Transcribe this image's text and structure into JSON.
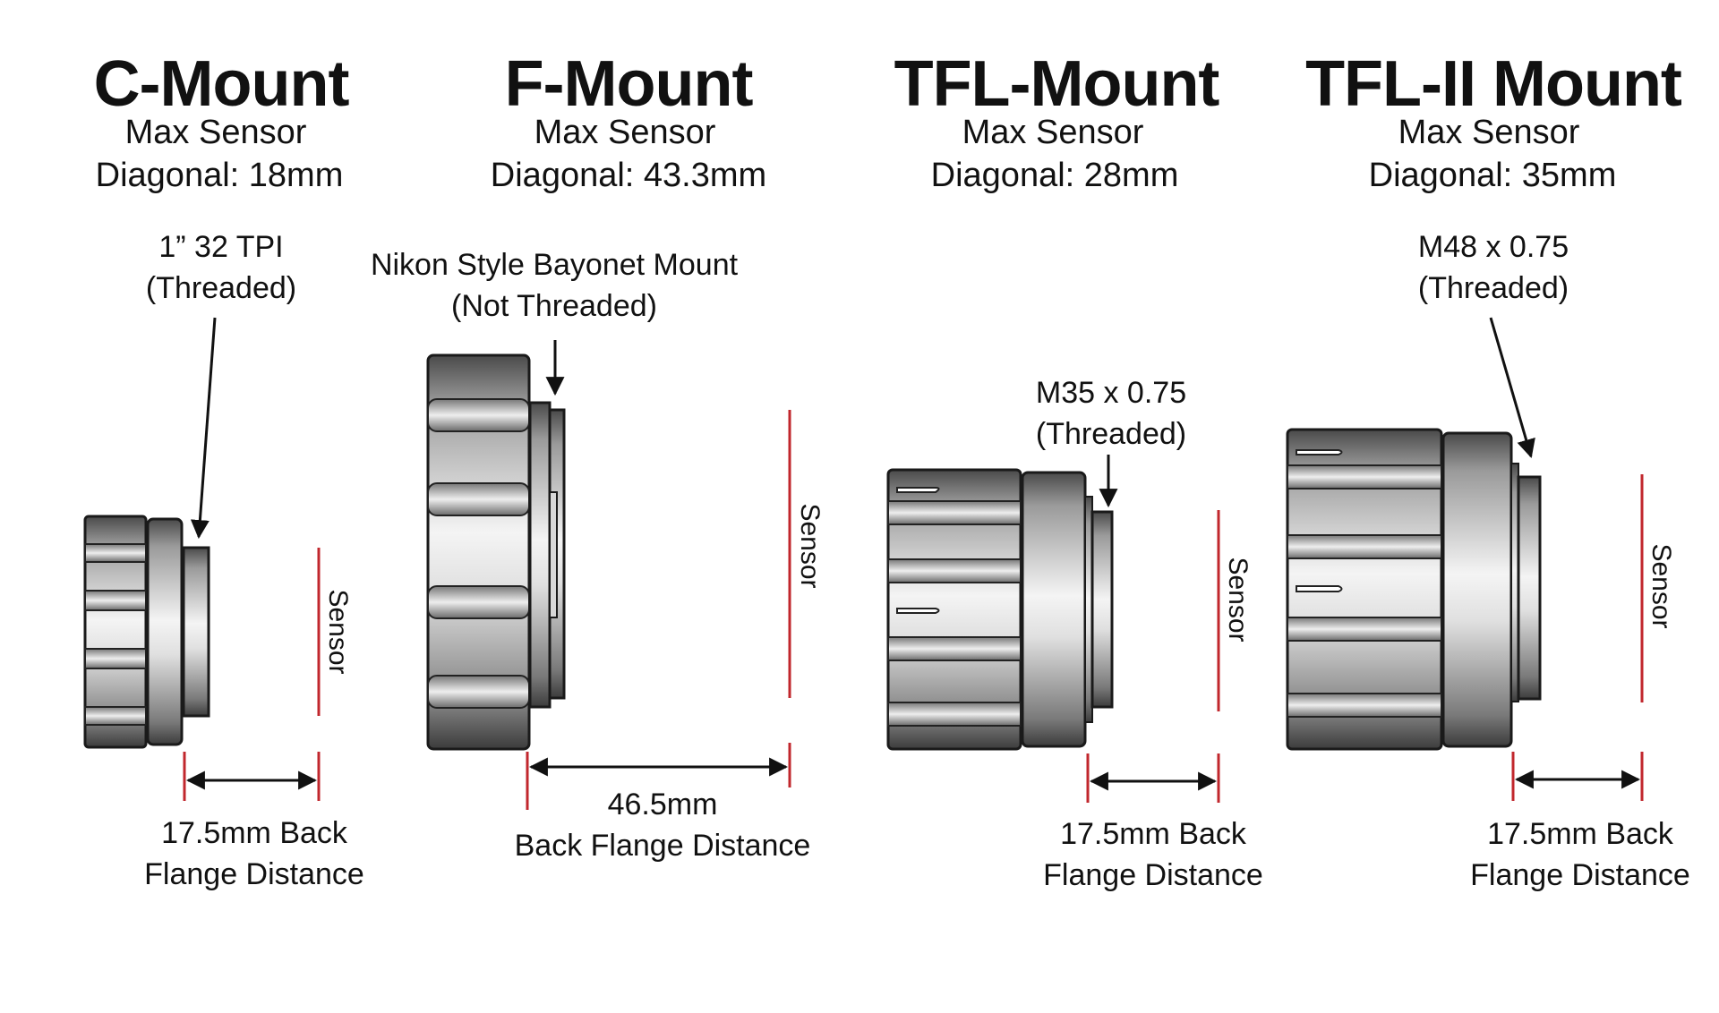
{
  "colors": {
    "sensor_line": "#c1272d",
    "metal_dark": "#3a3a3a",
    "outline": "#1a1a1a",
    "text": "#111111"
  },
  "mounts": [
    {
      "title": "C-Mount",
      "sensor_line1": "Max Sensor",
      "sensor_line2": "Diagonal: 18mm",
      "thread_line1": "1” 32 TPI",
      "thread_line2": "(Threaded)",
      "sensor_label": "Sensor",
      "distance_line1": "17.5mm Back",
      "distance_line2": "Flange Distance"
    },
    {
      "title": "F-Mount",
      "sensor_line1": "Max Sensor",
      "sensor_line2": "Diagonal: 43.3mm",
      "thread_line1": "Nikon Style Bayonet Mount",
      "thread_line2": "(Not Threaded)",
      "sensor_label": "Sensor",
      "distance_line1": "46.5mm",
      "distance_line2": "Back Flange Distance"
    },
    {
      "title": "TFL-Mount",
      "sensor_line1": "Max Sensor",
      "sensor_line2": "Diagonal: 28mm",
      "thread_line1": "M35 x 0.75",
      "thread_line2": "(Threaded)",
      "sensor_label": "Sensor",
      "distance_line1": "17.5mm Back",
      "distance_line2": "Flange Distance"
    },
    {
      "title": "TFL-II Mount",
      "sensor_line1": "Max Sensor",
      "sensor_line2": "Diagonal: 35mm",
      "thread_line1": "M48 x 0.75",
      "thread_line2": "(Threaded)",
      "sensor_label": "Sensor",
      "distance_line1": "17.5mm Back",
      "distance_line2": "Flange Distance"
    }
  ]
}
